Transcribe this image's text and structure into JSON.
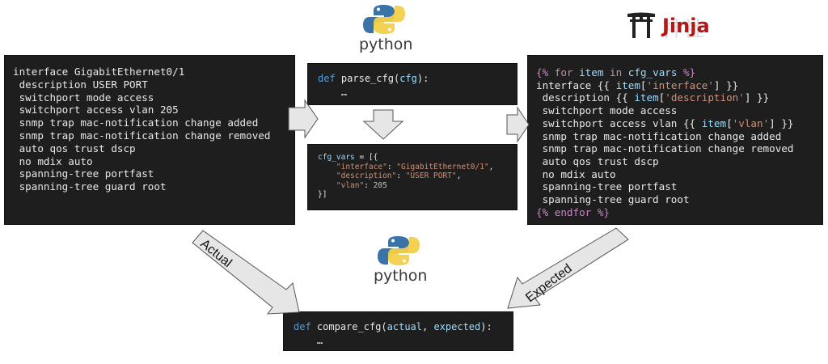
{
  "logos": {
    "python_top_text": "python",
    "python_bottom_text": "python",
    "jinja_text": "Jinja",
    "jinja_kanji": "神社",
    "python_blue": "#3a73a8",
    "python_yellow": "#f2cf4a",
    "jinja_red": "#b41717"
  },
  "left_box": {
    "lines": [
      "interface GigabitEthernet0/1",
      " description USER PORT",
      " switchport mode access",
      " switchport access vlan 205",
      " snmp trap mac-notification change added",
      " snmp trap mac-notification change removed",
      " auto qos trust dscp",
      " no mdix auto",
      " spanning-tree portfast",
      " spanning-tree guard root"
    ]
  },
  "parse_box": {
    "kw": "def",
    "fn": "parse_cfg",
    "open": "(",
    "arg": "cfg",
    "close": "):",
    "body": "    …"
  },
  "vars_box": {
    "name": "cfg_vars",
    "assign": " = [{",
    "k1": "\"interface\"",
    "v1": "\"GigabitEthernet0/1\"",
    "k2": "\"description\"",
    "v2": "\"USER PORT\"",
    "k3": "\"vlan\"",
    "v3": "205",
    "close": "}]"
  },
  "jinja_box": {
    "for_open": "{%",
    "for_kw": " for ",
    "for_item": "item",
    "for_in": " in ",
    "for_vars": "cfg_vars",
    "for_close": " %}",
    "l2_a": "interface {{ ",
    "l2_b": "item",
    "l2_c": "[",
    "l2_d": "'interface'",
    "l2_e": "] }}",
    "l3_a": " description {{ ",
    "l3_b": "item",
    "l3_c": "[",
    "l3_d": "'description'",
    "l3_e": "] }}",
    "l4": " switchport mode access",
    "l5_a": " switchport access vlan {{ ",
    "l5_b": "item",
    "l5_c": "[",
    "l5_d": "'vlan'",
    "l5_e": "] }}",
    "l6": " snmp trap mac-notification change added",
    "l7": " snmp trap mac-notification change removed",
    "l8": " auto qos trust dscp",
    "l9": " no mdix auto",
    "l10": " spanning-tree portfast",
    "l11": " spanning-tree guard root",
    "end_open": "{%",
    "end_kw": " endfor",
    "end_close": " %}"
  },
  "compare_box": {
    "kw": "def",
    "fn": "compare_cfg",
    "open": "(",
    "arg1": "actual",
    "comma": ", ",
    "arg2": "expected",
    "close": "):",
    "body": "    …"
  },
  "arrows": {
    "actual_label": "Actual",
    "expected_label": "Expected",
    "fill": "#e6e6e6",
    "stroke": "#555555"
  }
}
